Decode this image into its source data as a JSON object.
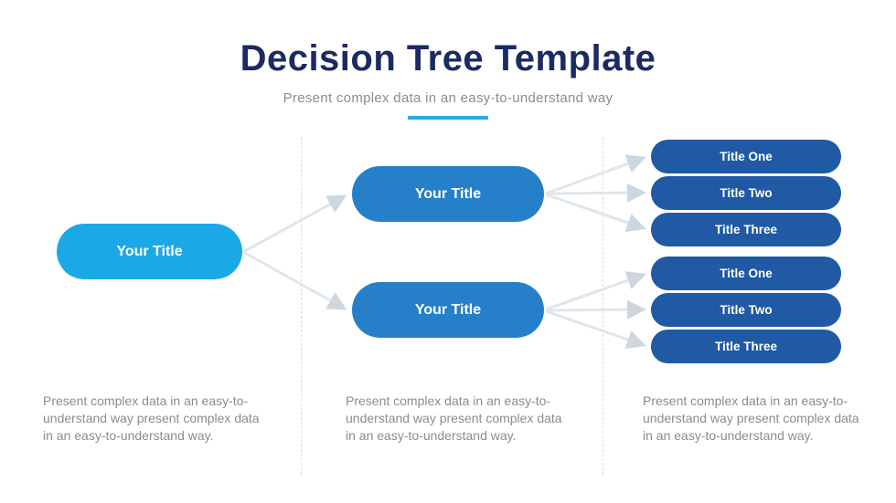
{
  "slide": {
    "title": "Decision Tree Template",
    "subtitle": "Present complex data in an easy-to-understand way"
  },
  "colors": {
    "title_navy": "#1b2a63",
    "accent_cyan": "#29abe2",
    "root_node_blue": "#1ba8e6",
    "branch_node_blue": "#2580c9",
    "leaf_node_blue": "#2059a4",
    "connector_gray": "#dfe6ec",
    "divider_gray": "#d5dbe1",
    "body_text_gray": "#8c8c8c"
  },
  "tree": {
    "root": {
      "label": "Your Title"
    },
    "branches": [
      {
        "label": "Your Title",
        "leaves": [
          {
            "label": "Title One"
          },
          {
            "label": "Title Two"
          },
          {
            "label": "Title Three"
          }
        ]
      },
      {
        "label": "Your Title",
        "leaves": [
          {
            "label": "Title One"
          },
          {
            "label": "Title Two"
          },
          {
            "label": "Title Three"
          }
        ]
      }
    ]
  },
  "footnotes": [
    {
      "text": "Present complex data in an easy-to-understand way present complex data in an easy-to-understand way."
    },
    {
      "text": "Present complex data in an easy-to-understand way present complex data in an easy-to-understand way."
    },
    {
      "text": "Present complex data in an easy-to-understand way present complex data in an easy-to-understand way."
    }
  ]
}
